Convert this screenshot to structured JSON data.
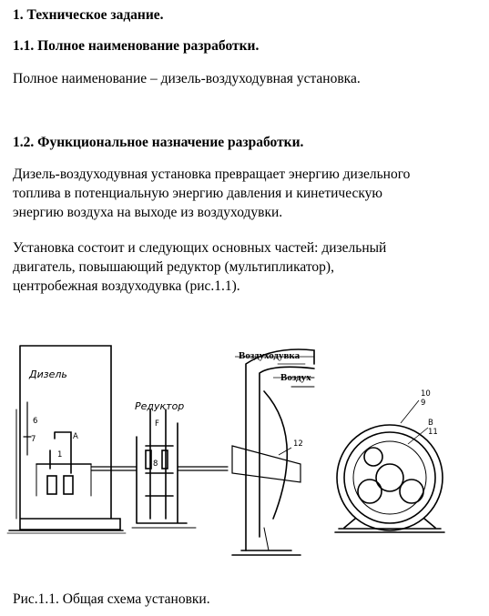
{
  "section1": {
    "title": "1. Техническое задание."
  },
  "section1_1": {
    "title": "1.1. Полное наименование разработки.",
    "text": "Полное наименование – дизель-воздуходувная установка."
  },
  "section1_2": {
    "title": "1.2. Функциональное назначение разработки.",
    "para1": [
      "Дизель-воздуходувная установка превращает энергию дизельного",
      "топлива в потенциальную энергию давления и кинетическую",
      "энергию воздуха на выходе из воздуходувки."
    ],
    "para2": [
      "Установка состоит и следующих основных частей: дизельный",
      "двигатель, повышающий редуктор (мультипликатор),",
      "центробежная воздуходувка (рис.1.1)."
    ]
  },
  "figure": {
    "labels": {
      "diesel": "Дизель",
      "reducer": "Редуктор",
      "blower": "Воздуходувка",
      "air": "Воздух"
    },
    "numbers": {
      "n6": "6",
      "n7": "7",
      "n1": "1",
      "nA": "A",
      "nF": "F",
      "n8": "8",
      "n12": "12",
      "n10": "10",
      "n9": "9",
      "nB": "B",
      "n11": "11"
    },
    "caption": "Рис.1.1.  Общая схема установки."
  }
}
